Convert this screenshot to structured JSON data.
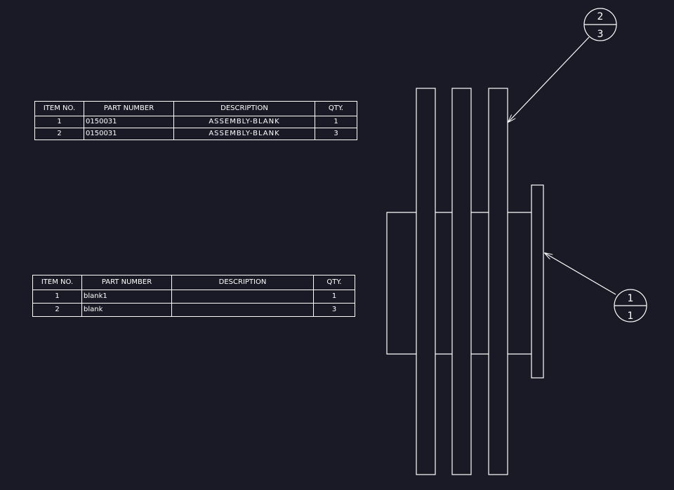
{
  "bom_table_1": {
    "headers": [
      "ITEM NO.",
      "PART NUMBER",
      "DESCRIPTION",
      "QTY."
    ],
    "rows": [
      {
        "item": "1",
        "part_number": "0150031",
        "description": "ASSEMBLY-BLANK",
        "qty": "1"
      },
      {
        "item": "2",
        "part_number": "0150031",
        "description": "ASSEMBLY-BLANK",
        "qty": "3"
      }
    ]
  },
  "bom_table_2": {
    "headers": [
      "ITEM NO.",
      "PART NUMBER",
      "DESCRIPTION",
      "QTY."
    ],
    "rows": [
      {
        "item": "1",
        "part_number": "blank1",
        "description": "",
        "qty": "1"
      },
      {
        "item": "2",
        "part_number": "blank",
        "description": "",
        "qty": "3"
      }
    ]
  },
  "balloons": [
    {
      "item": "2",
      "qty": "3"
    },
    {
      "item": "1",
      "qty": "1"
    }
  ],
  "colors": {
    "background": "#1a1a26",
    "line": "#ffffff"
  }
}
